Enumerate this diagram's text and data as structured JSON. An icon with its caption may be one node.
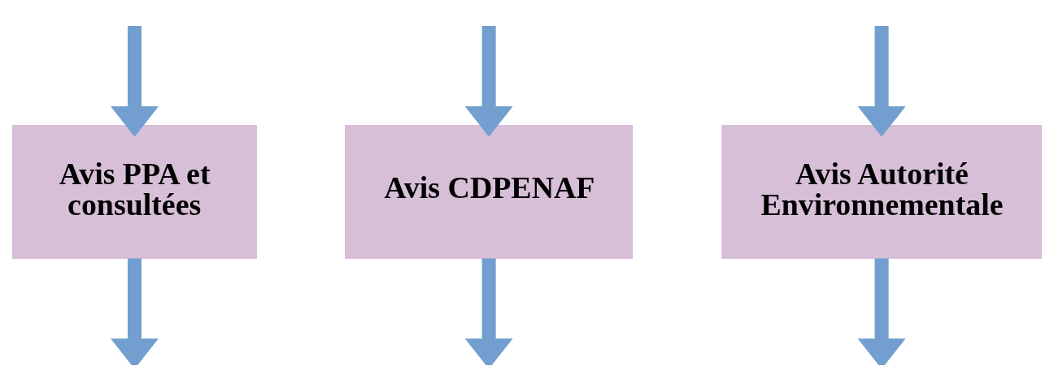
{
  "diagram": {
    "nodes": [
      {
        "text": [
          "Avis PPA et consultées"
        ]
      },
      {
        "text": [
          "Avis CDPENAF"
        ]
      },
      {
        "text": [
          "Avis Autorité Environnementale"
        ]
      }
    ],
    "edges": [
      {
        "from": 0,
        "to": null,
        "arrow": "to"
      },
      {
        "from": 1,
        "to": null,
        "arrow": "to"
      },
      {
        "from": 2,
        "to": null,
        "arrow": "to"
      },
      {
        "from": null,
        "to": 0,
        "arrow": "to"
      },
      {
        "from": null,
        "to": 1,
        "arrow": "to"
      },
      {
        "from": null,
        "to": 2,
        "arrow": "to"
      }
    ]
  }
}
